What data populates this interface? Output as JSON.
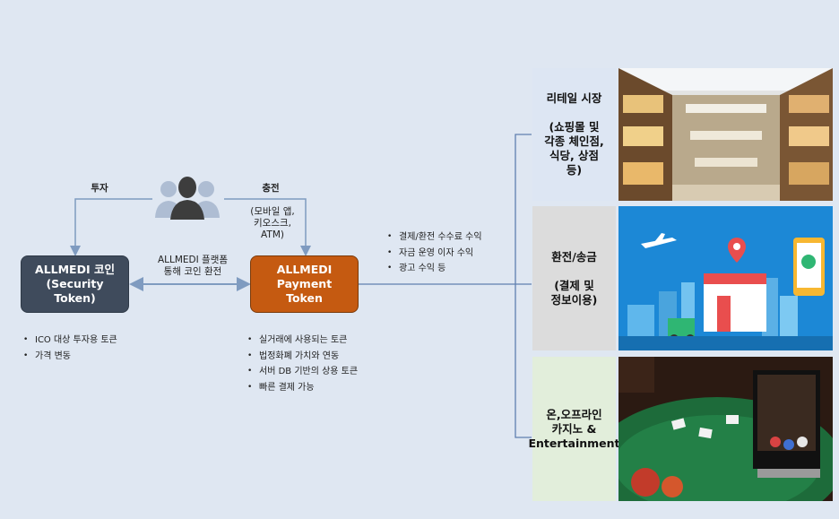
{
  "labels": {
    "invest": "투자",
    "charge": "충전",
    "charge_note": [
      "(모바일 앱,",
      "키오스크,",
      "ATM)"
    ],
    "exchange": [
      "ALLMEDI 플랫폼",
      "통해 코인 환전"
    ]
  },
  "coin_node": {
    "lines": [
      "ALLMEDI 코인",
      "(Security",
      "Token)"
    ]
  },
  "payment_node": {
    "lines": [
      "ALLMEDI",
      "Payment",
      "Token"
    ]
  },
  "coin_bullets": [
    "ICO 대상 투자용 토큰",
    "가격 변동"
  ],
  "payment_bullets": [
    "실거래에 사용되는 토큰",
    "법정화폐 가치와 연동",
    "서버 DB 기반의 상용 토큰",
    "빠른 결제 가능"
  ],
  "revenue_bullets": [
    "결제/환전 수수료 수익",
    "자금 운영 이자 수익",
    "광고 수익 등"
  ],
  "panels": [
    {
      "title": "리테일 시장",
      "subtitle": [
        "(쇼핑몰 및",
        "각종 체인점,",
        "식당, 상점",
        "등)"
      ],
      "image_icon": "shopping-mall-photo"
    },
    {
      "title": "환전/송금",
      "subtitle": [
        "(결제 및",
        "정보이용)"
      ],
      "image_icon": "payment-illustration"
    },
    {
      "title": "온,오프라인",
      "subtitle": [
        "카지노 &",
        "Entertainment"
      ],
      "image_icon": "casino-photo"
    }
  ],
  "colors": {
    "background": "#dfe7f2",
    "coin": "#3f4b5c",
    "payment": "#c55a11",
    "arrow": "#7f9bc0",
    "connector": "#5f7fb0"
  }
}
